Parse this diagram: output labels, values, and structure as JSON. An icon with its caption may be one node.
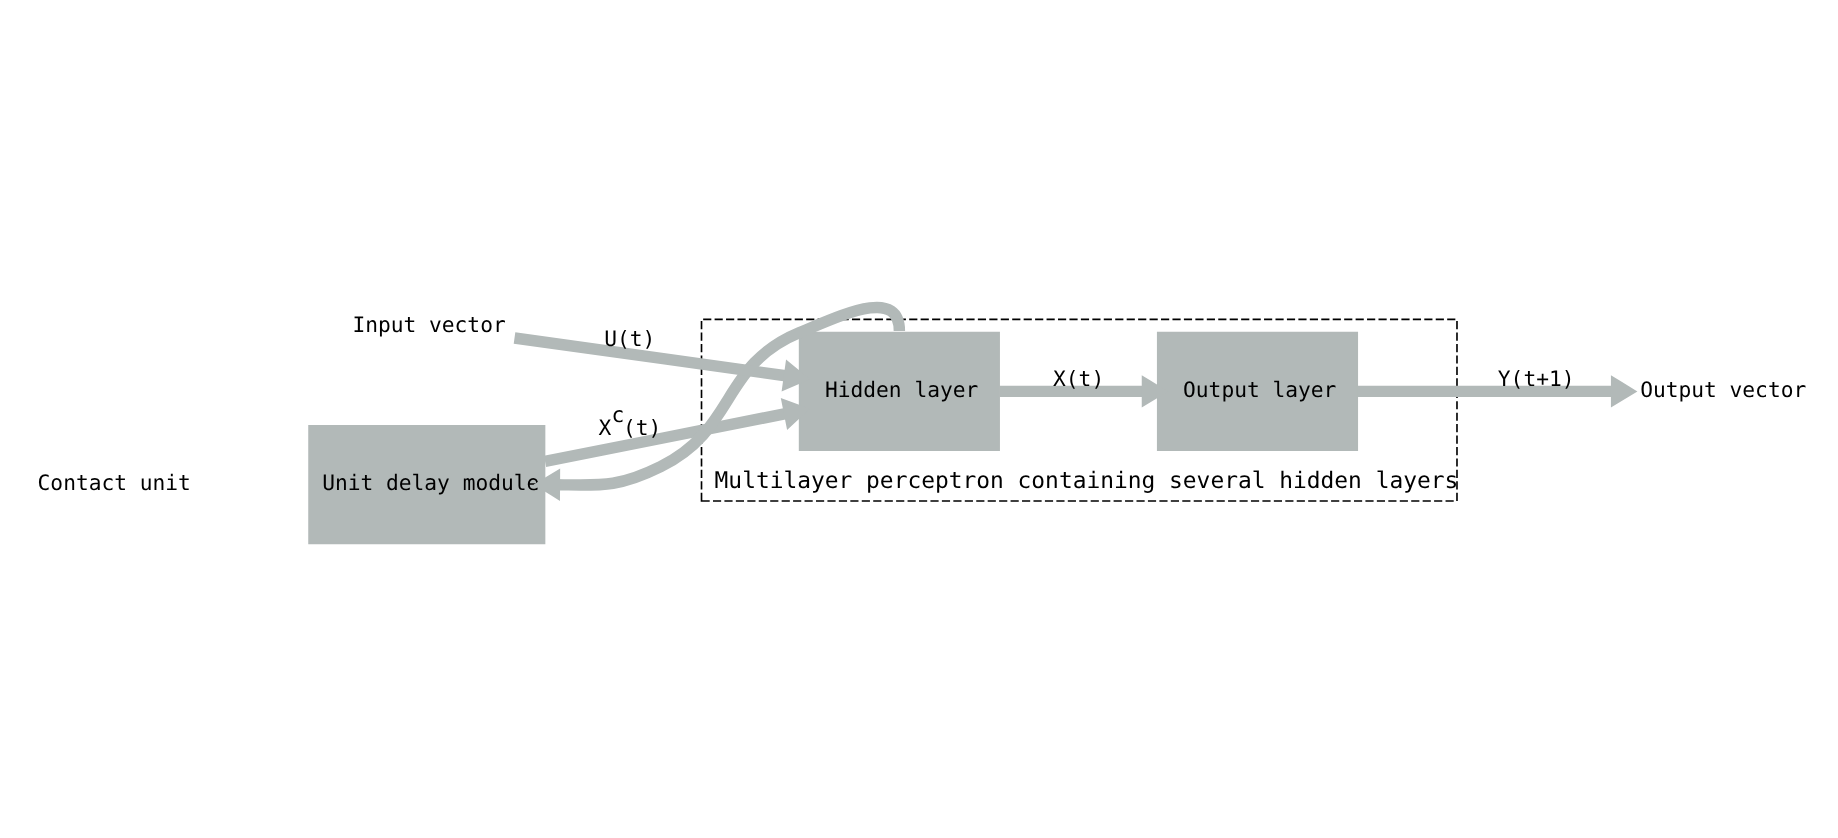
{
  "diagram": {
    "nodes": [
      {
        "text": [
          "Unit delay module"
        ]
      },
      {
        "text": [
          "Multilayer perceptron containing several hidden layers"
        ]
      },
      {
        "text": [
          "Hidden layer"
        ],
        "in": 1
      },
      {
        "text": [
          "Output layer"
        ],
        "in": 1
      },
      {
        "text": [
          "Input vector"
        ]
      },
      {
        "text": [
          "Output vector"
        ]
      }
    ],
    "edges": [
      {
        "from": 4,
        "to": 2,
        "arrow": "to",
        "label": "U(t)"
      },
      {
        "from": 0,
        "to": 2,
        "arrow": "to",
        "label": "X$^{c}$(t)"
      },
      {
        "from": 2,
        "to": 3,
        "arrow": "to",
        "label": "X(t)"
      },
      {
        "from": 2,
        "to": 0,
        "arrow": "to"
      },
      {
        "from": 3,
        "to": 5,
        "arrow": "to",
        "label": "Y(t+1)"
      }
    ],
    "labels": [
      "Contact unit"
    ]
  }
}
